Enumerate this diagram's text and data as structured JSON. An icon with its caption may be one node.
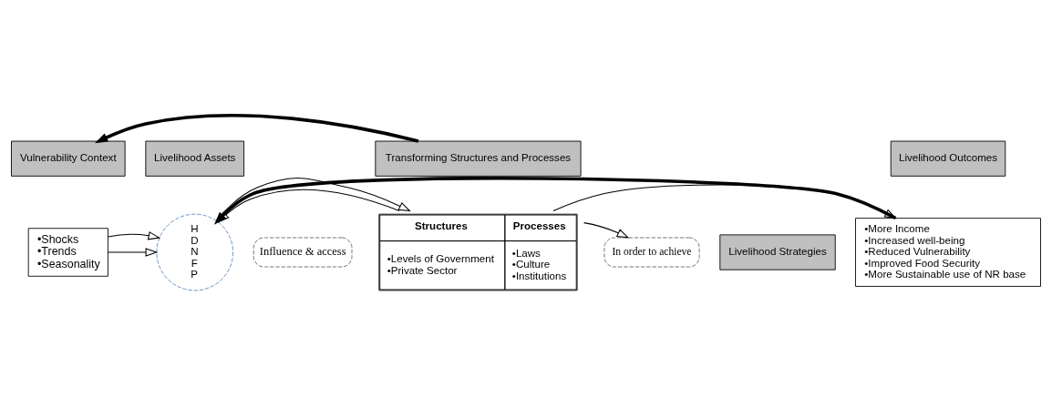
{
  "diagram": {
    "nodes": [
      {
        "text": [
          "Vulnerability Context"
        ]
      },
      {
        "text": [
          "Livelihood Assets"
        ]
      },
      {
        "text": [
          "Transforming Structures and Processes"
        ]
      },
      {
        "text": [
          "Livelihood Outcomes"
        ]
      },
      {
        "text": [
          "•Shocks",
          "•Trends",
          "•Seasonality"
        ]
      },
      {
        "text": [
          "H",
          "D",
          "N",
          "F",
          "P"
        ]
      },
      {
        "text": [
          "Influence & access"
        ]
      },
      {
        "text": [
          "Structures",
          "Processes",
          "•Levels of Government •Private Sector",
          "•Laws •Culture •Institutions"
        ]
      },
      {
        "text": [
          "In order to achieve"
        ]
      },
      {
        "text": [
          "Livelihood Strategies"
        ]
      },
      {
        "text": [
          "•More Income",
          "•Increased well-being",
          "•Reduced Vulnerability",
          "•Improved Food Security",
          "•More Sustainable use of NR base"
        ]
      }
    ],
    "edges": [
      {
        "from": 2,
        "to": 0,
        "arrow": "to",
        "style": "thick"
      },
      {
        "from": 4,
        "to": 5,
        "arrow": "to"
      },
      {
        "from": 4,
        "to": 5,
        "arrow": "to"
      },
      {
        "from": 7,
        "to": 5,
        "arrow": "to"
      },
      {
        "from": 5,
        "to": 7,
        "arrow": "to"
      },
      {
        "from": 7,
        "to": 8,
        "arrow": "to"
      },
      {
        "from": 7,
        "to": 10,
        "arrow": "to"
      },
      {
        "from": 10,
        "to": 5,
        "arrow": "to",
        "style": "thick"
      }
    ]
  }
}
